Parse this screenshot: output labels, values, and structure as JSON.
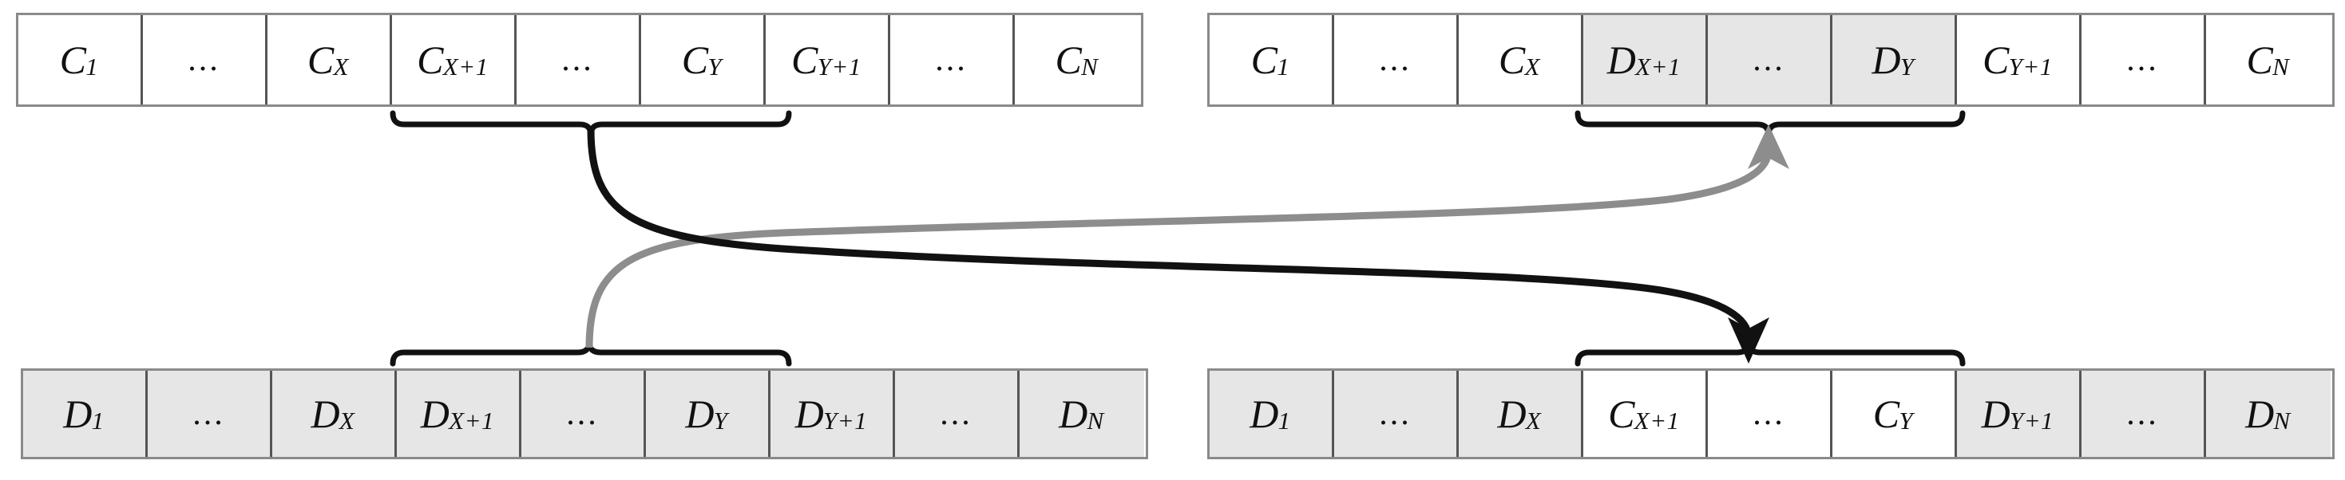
{
  "figure": {
    "title": "Crossover exchange between two chromosomes",
    "type": "diagram",
    "background_color": "#ffffff",
    "shade_color": "#e6e6e6",
    "black_color": "#111111",
    "gray_color": "#8d8d8d"
  },
  "arrays": {
    "top_left": {
      "name": "parent-chromosome-c",
      "cells": [
        {
          "base": "C",
          "sub": "1",
          "shaded": false,
          "ellipsis": false
        },
        {
          "base": "",
          "sub": "",
          "text": "...",
          "shaded": false,
          "ellipsis": true
        },
        {
          "base": "C",
          "sub": "X",
          "shaded": false,
          "ellipsis": false
        },
        {
          "base": "C",
          "sub": "X+1",
          "shaded": false,
          "ellipsis": false
        },
        {
          "base": "",
          "sub": "",
          "text": "...",
          "shaded": false,
          "ellipsis": true
        },
        {
          "base": "C",
          "sub": "Y",
          "shaded": false,
          "ellipsis": false
        },
        {
          "base": "C",
          "sub": "Y+1",
          "shaded": false,
          "ellipsis": false
        },
        {
          "base": "",
          "sub": "",
          "text": "...",
          "shaded": false,
          "ellipsis": true
        },
        {
          "base": "C",
          "sub": "N",
          "shaded": false,
          "ellipsis": false
        }
      ]
    },
    "top_right": {
      "name": "offspring-chromosome-c-with-d-segment",
      "cells": [
        {
          "base": "C",
          "sub": "1",
          "shaded": false,
          "ellipsis": false
        },
        {
          "base": "",
          "sub": "",
          "text": "...",
          "shaded": false,
          "ellipsis": true
        },
        {
          "base": "C",
          "sub": "X",
          "shaded": false,
          "ellipsis": false
        },
        {
          "base": "D",
          "sub": "X+1",
          "shaded": true,
          "ellipsis": false
        },
        {
          "base": "",
          "sub": "",
          "text": "...",
          "shaded": true,
          "ellipsis": true
        },
        {
          "base": "D",
          "sub": "Y",
          "shaded": true,
          "ellipsis": false
        },
        {
          "base": "C",
          "sub": "Y+1",
          "shaded": false,
          "ellipsis": false
        },
        {
          "base": "",
          "sub": "",
          "text": "...",
          "shaded": false,
          "ellipsis": true
        },
        {
          "base": "C",
          "sub": "N",
          "shaded": false,
          "ellipsis": false
        }
      ]
    },
    "bottom_left": {
      "name": "parent-chromosome-d",
      "cells": [
        {
          "base": "D",
          "sub": "1",
          "shaded": true,
          "ellipsis": false
        },
        {
          "base": "",
          "sub": "",
          "text": "...",
          "shaded": true,
          "ellipsis": true
        },
        {
          "base": "D",
          "sub": "X",
          "shaded": true,
          "ellipsis": false
        },
        {
          "base": "D",
          "sub": "X+1",
          "shaded": true,
          "ellipsis": false
        },
        {
          "base": "",
          "sub": "",
          "text": "...",
          "shaded": true,
          "ellipsis": true
        },
        {
          "base": "D",
          "sub": "Y",
          "shaded": true,
          "ellipsis": false
        },
        {
          "base": "D",
          "sub": "Y+1",
          "shaded": true,
          "ellipsis": false
        },
        {
          "base": "",
          "sub": "",
          "text": "...",
          "shaded": true,
          "ellipsis": true
        },
        {
          "base": "D",
          "sub": "N",
          "shaded": true,
          "ellipsis": false
        }
      ]
    },
    "bottom_right": {
      "name": "offspring-chromosome-d-with-c-segment",
      "cells": [
        {
          "base": "D",
          "sub": "1",
          "shaded": true,
          "ellipsis": false
        },
        {
          "base": "",
          "sub": "",
          "text": "...",
          "shaded": true,
          "ellipsis": true
        },
        {
          "base": "D",
          "sub": "X",
          "shaded": true,
          "ellipsis": false
        },
        {
          "base": "C",
          "sub": "X+1",
          "shaded": false,
          "ellipsis": false
        },
        {
          "base": "",
          "sub": "",
          "text": "...",
          "shaded": false,
          "ellipsis": true
        },
        {
          "base": "C",
          "sub": "Y",
          "shaded": false,
          "ellipsis": false
        },
        {
          "base": "D",
          "sub": "Y+1",
          "shaded": true,
          "ellipsis": false
        },
        {
          "base": "",
          "sub": "",
          "text": "...",
          "shaded": true,
          "ellipsis": true
        },
        {
          "base": "D",
          "sub": "N",
          "shaded": true,
          "ellipsis": false
        }
      ]
    }
  },
  "braces": {
    "top_left": {
      "name": "brace-top-left-segment",
      "orientation": "down"
    },
    "top_right": {
      "name": "brace-top-right-segment",
      "orientation": "down"
    },
    "bottom_left": {
      "name": "brace-bottom-left-segment",
      "orientation": "up"
    },
    "bottom_right": {
      "name": "brace-bottom-right-segment",
      "orientation": "up"
    }
  },
  "connectors": [
    {
      "name": "crossover-arrow-c-to-d",
      "color": "#111111",
      "from": "top-left-segment",
      "to": "bottom-right-segment"
    },
    {
      "name": "crossover-arrow-d-to-c",
      "color": "#8d8d8d",
      "from": "bottom-left-segment",
      "to": "top-right-segment"
    }
  ]
}
